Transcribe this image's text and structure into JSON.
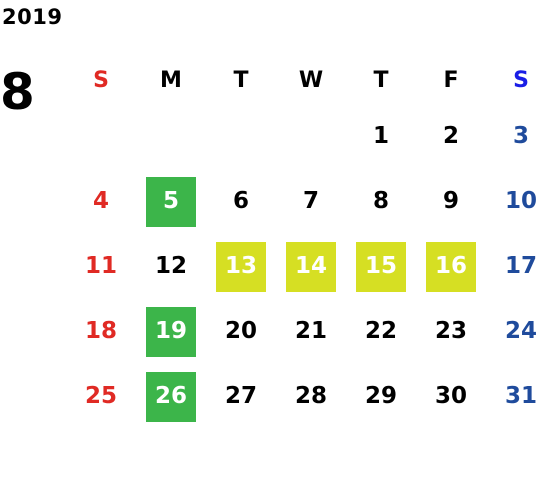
{
  "year": "2019",
  "month": "8",
  "weekdays": [
    "S",
    "M",
    "T",
    "W",
    "T",
    "F",
    "S"
  ],
  "weeks": [
    [
      "",
      "",
      "",
      "",
      "1",
      "2",
      "3"
    ],
    [
      "4",
      "5",
      "6",
      "7",
      "8",
      "9",
      "10"
    ],
    [
      "11",
      "12",
      "13",
      "14",
      "15",
      "16",
      "17"
    ],
    [
      "18",
      "19",
      "20",
      "21",
      "22",
      "23",
      "24"
    ],
    [
      "25",
      "26",
      "27",
      "28",
      "29",
      "30",
      "31"
    ]
  ],
  "highlights": {
    "green": [
      "5",
      "19",
      "26"
    ],
    "yellow": [
      "13",
      "14",
      "15",
      "16"
    ]
  },
  "colors": {
    "sunday": "#e02a24",
    "saturday": "#1f4b9c",
    "saturday_header": "#1a1ee6",
    "weekday": "#000000",
    "highlight_green": "#3cb54a",
    "highlight_yellow": "#d6df23"
  }
}
